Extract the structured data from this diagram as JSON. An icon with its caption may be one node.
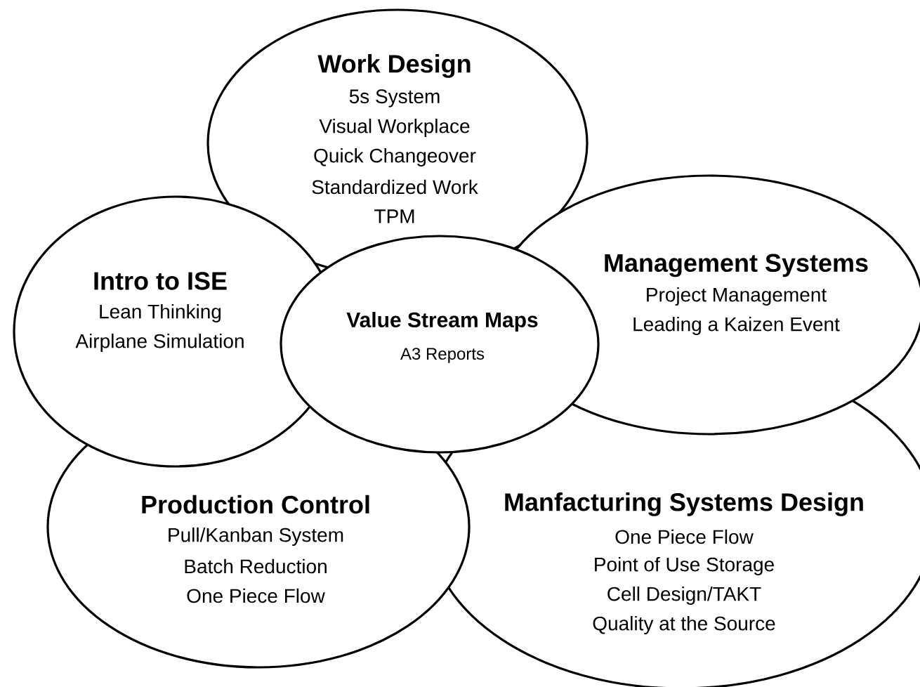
{
  "diagram": {
    "nodes": [
      {
        "text": [
          "Work Design",
          "5s System",
          "Visual Workplace",
          "Quick Changeover",
          "Standardized Work",
          "TPM"
        ]
      },
      {
        "text": [
          "Intro to ISE",
          "Lean Thinking",
          "Airplane Simulation"
        ]
      },
      {
        "text": [
          "Value Stream Maps",
          "A3 Reports"
        ]
      },
      {
        "text": [
          "Management Systems",
          "Project Management",
          "Leading a Kaizen Event"
        ]
      },
      {
        "text": [
          "Production Control",
          "Pull/Kanban System",
          "Batch Reduction",
          "One Piece Flow"
        ]
      },
      {
        "text": [
          "Manfacturing Systems Design",
          "One Piece Flow",
          "Point of Use Storage",
          "Cell Design/TAKT",
          "Quality at the Source"
        ]
      }
    ]
  }
}
